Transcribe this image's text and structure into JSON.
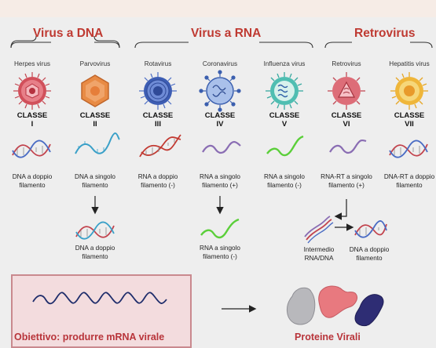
{
  "groups": {
    "dna": "Virus a DNA",
    "rna": "Virus a RNA",
    "retro": "Retrovirus"
  },
  "classes": [
    {
      "virus": "Herpes virus",
      "class_word": "CLASSE",
      "numeral": "I",
      "genome_line1": "DNA a doppio",
      "genome_line2": "filamento"
    },
    {
      "virus": "Parvovirus",
      "class_word": "CLASSE",
      "numeral": "II",
      "genome_line1": "DNA a singolo",
      "genome_line2": "filamento"
    },
    {
      "virus": "Rotavirus",
      "class_word": "CLASSE",
      "numeral": "III",
      "genome_line1": "RNA a doppio",
      "genome_line2": "filamento (-)"
    },
    {
      "virus": "Coronavirus",
      "class_word": "CLASSE",
      "numeral": "IV",
      "genome_line1": "RNA a singolo",
      "genome_line2": "filamento (+)"
    },
    {
      "virus": "Influenza virus",
      "class_word": "CLASSE",
      "numeral": "V",
      "genome_line1": "RNA a singolo",
      "genome_line2": "filamento (-)"
    },
    {
      "virus": "Retrovirus",
      "class_word": "CLASSE",
      "numeral": "VI",
      "genome_line1": "RNA-RT a singolo",
      "genome_line2": "filamento (+)"
    },
    {
      "virus": "Hepatitis virus",
      "class_word": "CLASSE",
      "numeral": "VII",
      "genome_line1": "DNA-RT a doppio",
      "genome_line2": "filamento"
    }
  ],
  "intermediates": {
    "parvo_product": {
      "line1": "DNA a doppio",
      "line2": "filamento"
    },
    "corona_product": {
      "line1": "RNA a singolo",
      "line2": "filamento (-)"
    },
    "retro_intermediate": {
      "line1": "Intermedio",
      "line2": "RNA/DNA"
    },
    "retro_product": {
      "line1": "DNA a doppio",
      "line2": "filamento"
    }
  },
  "footer": {
    "goal": "Obiettivo: produrre mRNA virale",
    "proteins": "Proteine Virali"
  },
  "colors": {
    "title_red": "#bf3a32",
    "goal_bg": "#f3dcde",
    "goal_border": "#c9898e",
    "herpes": "#c2434d",
    "parvo": "#e8853f",
    "rota": "#4a6cc4",
    "corona": "#3b5fae",
    "influenza": "#39a9a0",
    "retro": "#c24a56",
    "hepatitis": "#e6a727"
  },
  "icons": [
    "herpes-virus-icon",
    "parvovirus-icon",
    "rotavirus-icon",
    "coronavirus-icon",
    "influenza-virus-icon",
    "retrovirus-icon",
    "hepatitis-virus-icon"
  ]
}
